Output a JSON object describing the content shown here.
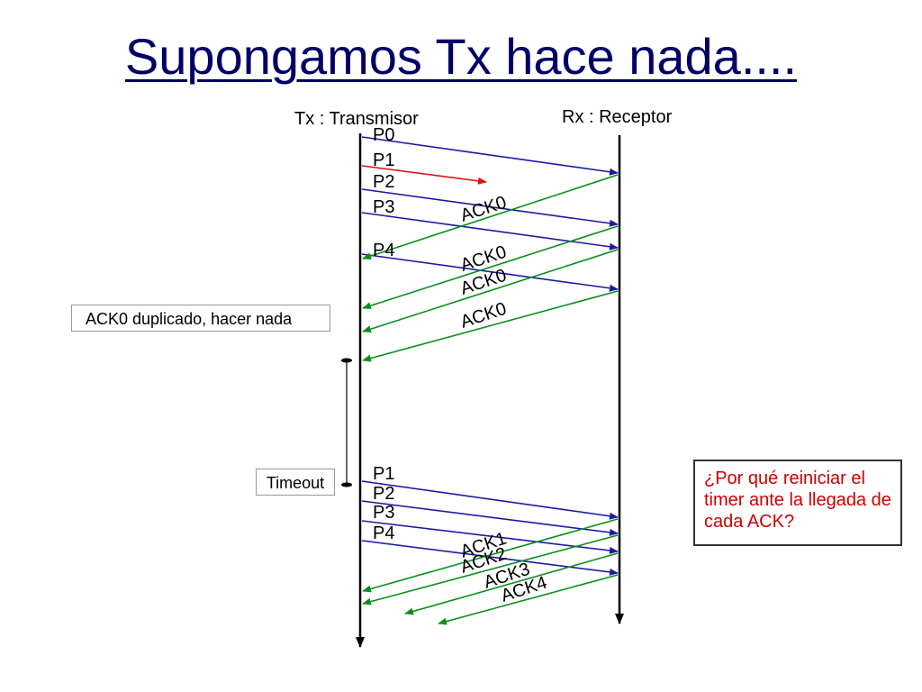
{
  "title": "Supongamos Tx hace nada....",
  "participants": {
    "tx": "Tx : Transmisor",
    "rx": "Rx : Receptor"
  },
  "colors": {
    "title": "#000066",
    "packet": "#1a1aa6",
    "ack": "#0a8f1a",
    "lost": "#e01010",
    "question": "#cc0000",
    "lifeline": "#000000"
  },
  "packets": [
    "P0",
    "P1",
    "P2",
    "P3",
    "P4",
    "P1",
    "P2",
    "P3",
    "P4"
  ],
  "acks": [
    "ACK0",
    "ACK0",
    "ACK0",
    "ACK0",
    "ACK1",
    "ACK2",
    "ACK3",
    "ACK4"
  ],
  "notes": {
    "duplicate": "ACK0 duplicado, hacer nada",
    "timeout": "Timeout"
  },
  "question": "¿Por qué reiniciar el timer ante la llegada de cada ACK?"
}
